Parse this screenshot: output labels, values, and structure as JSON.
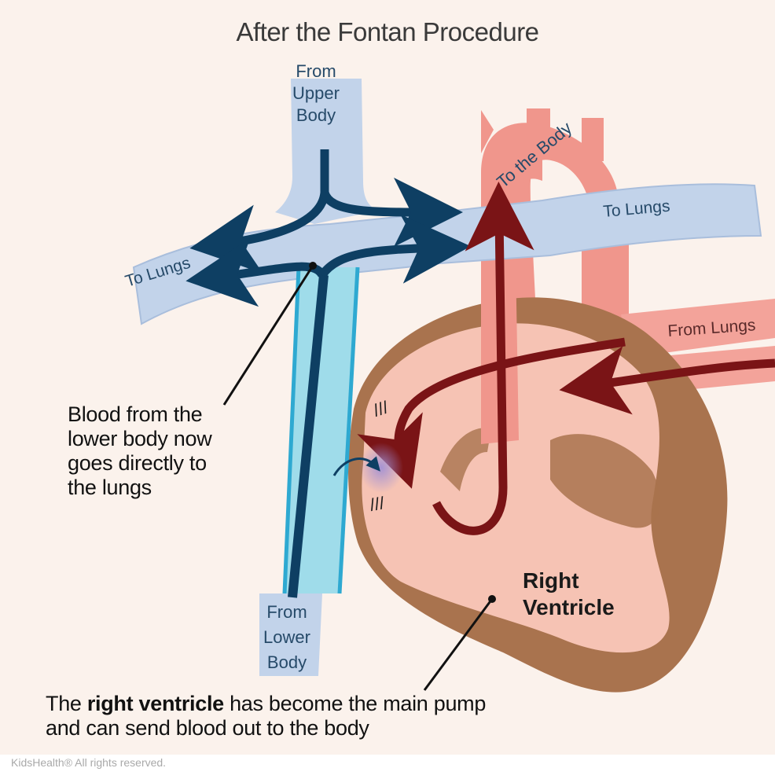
{
  "title": "After the Fontan Procedure",
  "labels": {
    "from_upper_body": [
      "From",
      "Upper",
      "Body"
    ],
    "to_lungs_left": "To Lungs",
    "to_lungs_right": "To Lungs",
    "to_the_body": "To the Body",
    "from_lungs": "From Lungs",
    "from_lower_body": [
      "From",
      "Lower",
      "Body"
    ],
    "right_ventricle": [
      "Right",
      "Ventricle"
    ],
    "stitch_upper": "///",
    "stitch_lower": "///"
  },
  "annotations": {
    "lower_body_note": [
      "Blood from the",
      "lower body now",
      "goes directly to",
      "the lungs"
    ],
    "ventricle_note": {
      "line1_before": "The ",
      "line1_bold": "right ventricle",
      "line1_after": " has become the main pump",
      "line2": "and can send blood out to the body"
    }
  },
  "footer": "KidsHealth® All rights reserved.",
  "colors": {
    "background": "#fbf2ec",
    "vein_blue": "#c2d3ea",
    "vein_blue_dark": "#0e3f63",
    "ivc_teal": "#9fdcea",
    "ivc_edge": "#2ea9d1",
    "aorta_pink": "#f0968c",
    "heart_outer": "#a9734e",
    "heart_inner": "#f6c3b4",
    "blood_dark": "#7a1416",
    "label_blue": "#264a69"
  }
}
